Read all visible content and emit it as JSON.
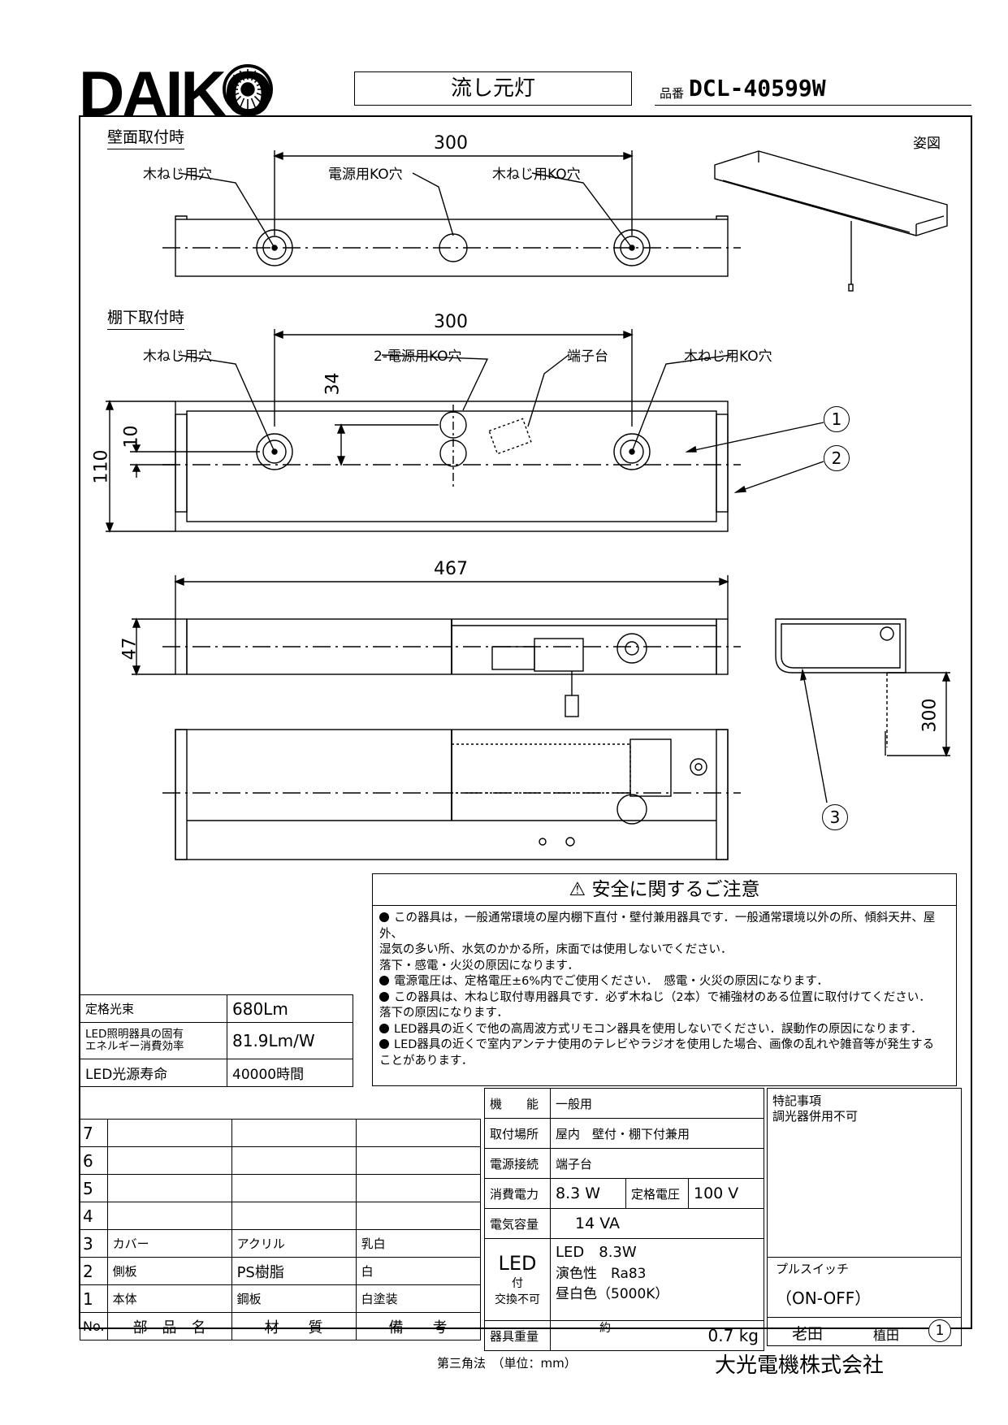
{
  "header": {
    "brand": "DAIKO",
    "product_name": "流し元灯",
    "model_prefix": "品番",
    "model_number": "DCL-40599W"
  },
  "drawing": {
    "wall_mount_heading": "壁面取付時",
    "shelf_mount_heading": "棚下取付時",
    "perspective_label": "姿図",
    "wood_screw_hole": "木ねじ用穴",
    "power_ko_hole": "電源用KO穴",
    "wood_screw_ko_hole": "木ねじ用KO穴",
    "power_ko_hole_2": "2-電源用KO穴",
    "terminal_block": "端子台",
    "dim_300_top": "300",
    "dim_300_mid": "300",
    "dim_34": "34",
    "dim_10": "10",
    "dim_110": "110",
    "dim_467": "467",
    "dim_47": "47",
    "dim_300_cord": "300",
    "callout_1": "1",
    "callout_2": "2",
    "callout_3": "3"
  },
  "safety": {
    "title": "安全に関するご注意",
    "lines": [
      "この器具は，一般通常環境の屋内棚下直付・壁付兼用器具です．一般通常環境以外の所、傾斜天井、屋外、",
      "湿気の多い所、水気のかかる所，床面では使用しないでください．",
      "落下・感電・火災の原因になります．",
      "電源電圧は、定格電圧±6%内でご使用ください．　感電・火災の原因になります．",
      "この器具は、木ねじ取付専用器具です．必ず木ねじ（2本）で補強材のある位置に取付けてください．",
      "落下の原因になります．",
      "LED器具の近くで他の高周波方式リモコン器具を使用しないでください．誤動作の原因になります．",
      "LED器具の近くで室内アンテナ使用のテレビやラジオを使用した場合、画像の乱れや雑音等が発生する",
      "ことがあります．"
    ]
  },
  "specs": [
    {
      "label": "定格光束",
      "value": "680Lm"
    },
    {
      "label": "LED照明器具の固有\nエネルギー消費効率",
      "value": "81.9Lm/W"
    },
    {
      "label": "LED光源寿命",
      "value": "40000時間"
    }
  ],
  "parts": {
    "header": {
      "no": "No.",
      "name": "部　品　名",
      "material": "材　　質",
      "remarks": "備　　考"
    },
    "rows": [
      {
        "no": "7",
        "name": "",
        "material": "",
        "remarks": ""
      },
      {
        "no": "6",
        "name": "",
        "material": "",
        "remarks": ""
      },
      {
        "no": "5",
        "name": "",
        "material": "",
        "remarks": ""
      },
      {
        "no": "4",
        "name": "",
        "material": "",
        "remarks": ""
      },
      {
        "no": "3",
        "name": "カバー",
        "material": "アクリル",
        "remarks": "乳白"
      },
      {
        "no": "2",
        "name": "側板",
        "material": "PS樹脂",
        "remarks": "白"
      },
      {
        "no": "1",
        "name": "本体",
        "material": "鋼板",
        "remarks": "白塗装"
      }
    ]
  },
  "features": {
    "function_label": "機　　能",
    "function_value": "一般用",
    "mount_label": "取付場所",
    "mount_value": "屋内　壁付・棚下付兼用",
    "connection_label": "電源接続",
    "connection_value": "端子台",
    "power_label": "消費電力",
    "power_value": "8.3 W",
    "voltage_label": "定格電圧",
    "voltage_value": "100 V",
    "capacity_label": "電気容量",
    "capacity_value": "14 VA",
    "led_label": "LED",
    "led_label_2": "付",
    "led_label_3": "交換不可",
    "led_value_1": "LED　8.3W",
    "led_value_2": "演色性　Ra83",
    "led_value_3": "昼白色（5000K）",
    "weight_label": "器具重量",
    "weight_approx": "約",
    "weight_value": "0.7 kg"
  },
  "notes": {
    "title": "特記事項",
    "text": "調光器併用不可"
  },
  "pull_switch": {
    "label": "プルスイッチ",
    "value": "（ON-OFF）"
  },
  "sign": {
    "drawn_by": "老田",
    "checked_by": "植田",
    "sheet": "1"
  },
  "footer": {
    "projection": "第三角法　（単位：mm）",
    "company": "大光電機株式会社"
  }
}
